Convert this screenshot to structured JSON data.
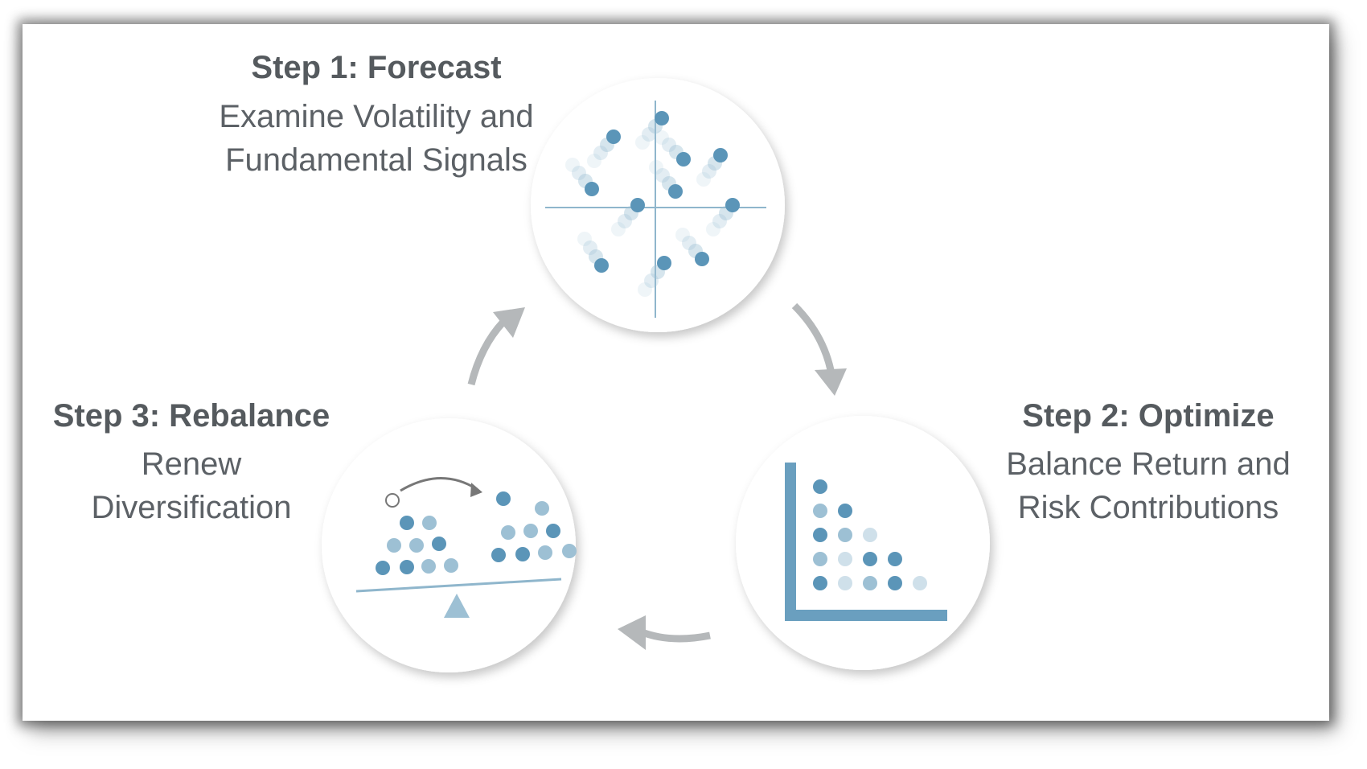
{
  "steps": [
    {
      "title": "Step 1: Forecast",
      "lines": [
        "Examine Volatility and",
        "Fundamental Signals"
      ]
    },
    {
      "title": "Step 2: Optimize",
      "lines": [
        "Balance Return and",
        "Risk Contributions"
      ]
    },
    {
      "title": "Step 3: Rebalance",
      "lines": [
        "Renew",
        "Diversification"
      ]
    }
  ],
  "colors": {
    "dark": "#5b95b8",
    "mid": "#9dc0d4",
    "light": "#cfe0ea",
    "arrow": "#b5b8ba",
    "text": "#555a5e",
    "circle_shadow": "#d0d0d0"
  },
  "icons": [
    "forecast-scatter-icon",
    "optimize-triangle-chart-icon",
    "rebalance-scale-icon"
  ]
}
